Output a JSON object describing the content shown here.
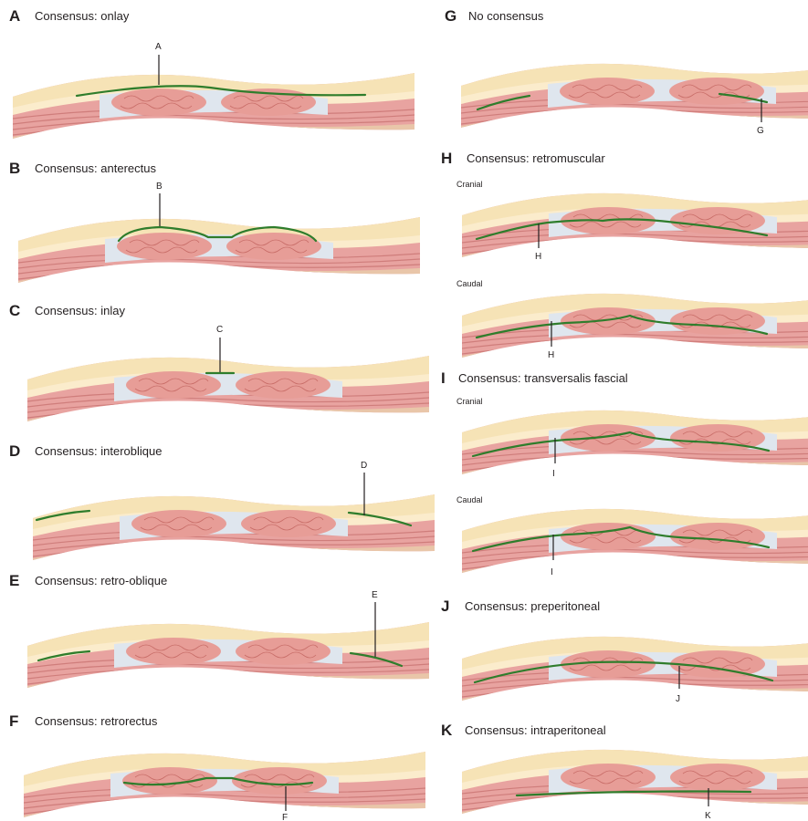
{
  "panels": [
    {
      "id": "A",
      "letter": "A",
      "caption": "Consensus: onlay",
      "pointer": "A",
      "mesh": "onlay"
    },
    {
      "id": "B",
      "letter": "B",
      "caption": "Consensus: anterectus",
      "pointer": "B",
      "mesh": "anterectus"
    },
    {
      "id": "C",
      "letter": "C",
      "caption": "Consensus: inlay",
      "pointer": "C",
      "mesh": "inlay"
    },
    {
      "id": "D",
      "letter": "D",
      "caption": "Consensus: interoblique",
      "pointer": "D",
      "mesh": "interoblique"
    },
    {
      "id": "E",
      "letter": "E",
      "caption": "Consensus: retro-oblique",
      "pointer": "E",
      "mesh": "retro-oblique"
    },
    {
      "id": "F",
      "letter": "F",
      "caption": "Consensus: retrorectus",
      "pointer": "F",
      "mesh": "retrorectus"
    },
    {
      "id": "G",
      "letter": "G",
      "caption": "No consensus",
      "pointer": "G",
      "mesh": "retro-oblique-right"
    },
    {
      "id": "H",
      "letter": "H",
      "caption": "Consensus: retromuscular",
      "sub_top": "Cranial",
      "sub_bottom": "Caudal",
      "pointer_top": "H",
      "pointer_bottom": "H",
      "mesh_top": "retromuscular-cranial",
      "mesh_bottom": "retromuscular-caudal"
    },
    {
      "id": "I",
      "letter": "I",
      "caption": "Consensus: transversalis fascial",
      "sub_top": "Cranial",
      "sub_bottom": "Caudal",
      "pointer_top": "I",
      "pointer_bottom": "I",
      "mesh_top": "transversalis-cranial",
      "mesh_bottom": "transversalis-caudal"
    },
    {
      "id": "J",
      "letter": "J",
      "caption": "Consensus: preperitoneal",
      "pointer": "J",
      "mesh": "preperitoneal"
    },
    {
      "id": "K",
      "letter": "K",
      "caption": "Consensus: intraperitoneal",
      "pointer": "K",
      "mesh": "intraperitoneal"
    }
  ],
  "colors": {
    "skin": "#f6e3b6",
    "fat": "#fbeccc",
    "muscle": "#e8a3a0",
    "muscle_stripe": "#cf7d7b",
    "fascia": "#dfe6ee",
    "rectus": "#e79d97",
    "rectus_detail": "#c86d68",
    "peritoneum": "#e9c6a9",
    "mesh": "#2f7d2c",
    "text": "#231f20"
  }
}
